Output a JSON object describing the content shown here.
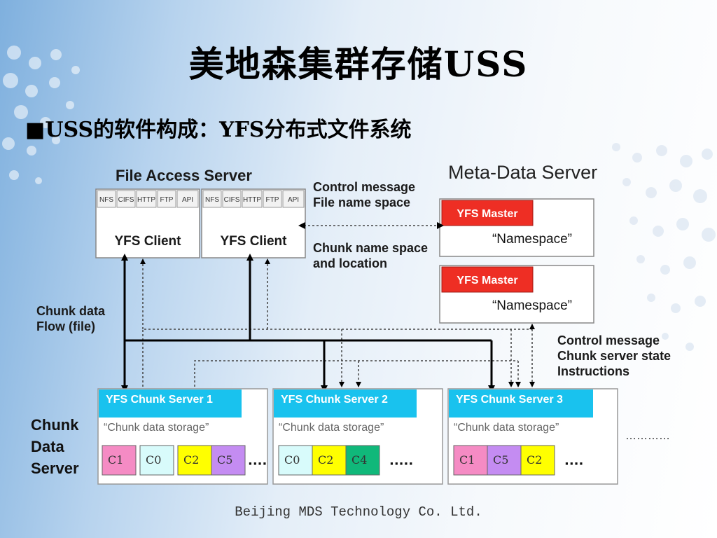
{
  "slide": {
    "title": "美地森集群存储USS",
    "subtitle": "■USS的软件构成：YFS分布式文件系统",
    "footer": "Beijing MDS Technology Co. Ltd."
  },
  "diagram": {
    "file_access_server": {
      "heading": "File Access Server",
      "clients": [
        {
          "protocols": [
            "NFS",
            "CIFS",
            "HTTP",
            "FTP",
            "API"
          ],
          "label": "YFS Client"
        },
        {
          "protocols": [
            "NFS",
            "CIFS",
            "HTTP",
            "FTP",
            "API"
          ],
          "label": "YFS Client"
        }
      ]
    },
    "meta_data_server": {
      "heading": "Meta-Data Server",
      "masters": [
        {
          "label": "YFS Master",
          "namespace": "“Namespace”"
        },
        {
          "label": "YFS Master",
          "namespace": "“Namespace”"
        }
      ]
    },
    "annotations": {
      "control_top": [
        "Control message",
        "File name space"
      ],
      "chunk_name": [
        "Chunk name space",
        "and location"
      ],
      "chunk_flow": [
        "Chunk data",
        "Flow (file)"
      ],
      "control_right": [
        "Control message",
        "Chunk server state",
        "Instructions"
      ],
      "chunk_data_server": [
        "Chunk",
        "Data",
        "Server"
      ]
    },
    "chunk_servers": [
      {
        "label": "YFS Chunk Server 1",
        "storage": "“Chunk data storage”",
        "chunks": [
          "C1",
          "C0",
          "C2",
          "C5"
        ],
        "more": "····"
      },
      {
        "label": "YFS Chunk Server 2",
        "storage": "“Chunk data storage”",
        "chunks": [
          "C0",
          "C2",
          "C4"
        ],
        "more": "·····"
      },
      {
        "label": "YFS Chunk Server 3",
        "storage": "“Chunk data storage”",
        "chunks": [
          "C1",
          "C5",
          "C2"
        ],
        "more": "····"
      }
    ],
    "ellipsis": "…………",
    "colors": {
      "chunk_header": "#19c2ee",
      "master": "#ee2e24",
      "C0": "#d8fbfb",
      "C1": "#f58bc4",
      "C2": "#ffff00",
      "C4": "#10b87a",
      "C5": "#c48cf2"
    }
  }
}
